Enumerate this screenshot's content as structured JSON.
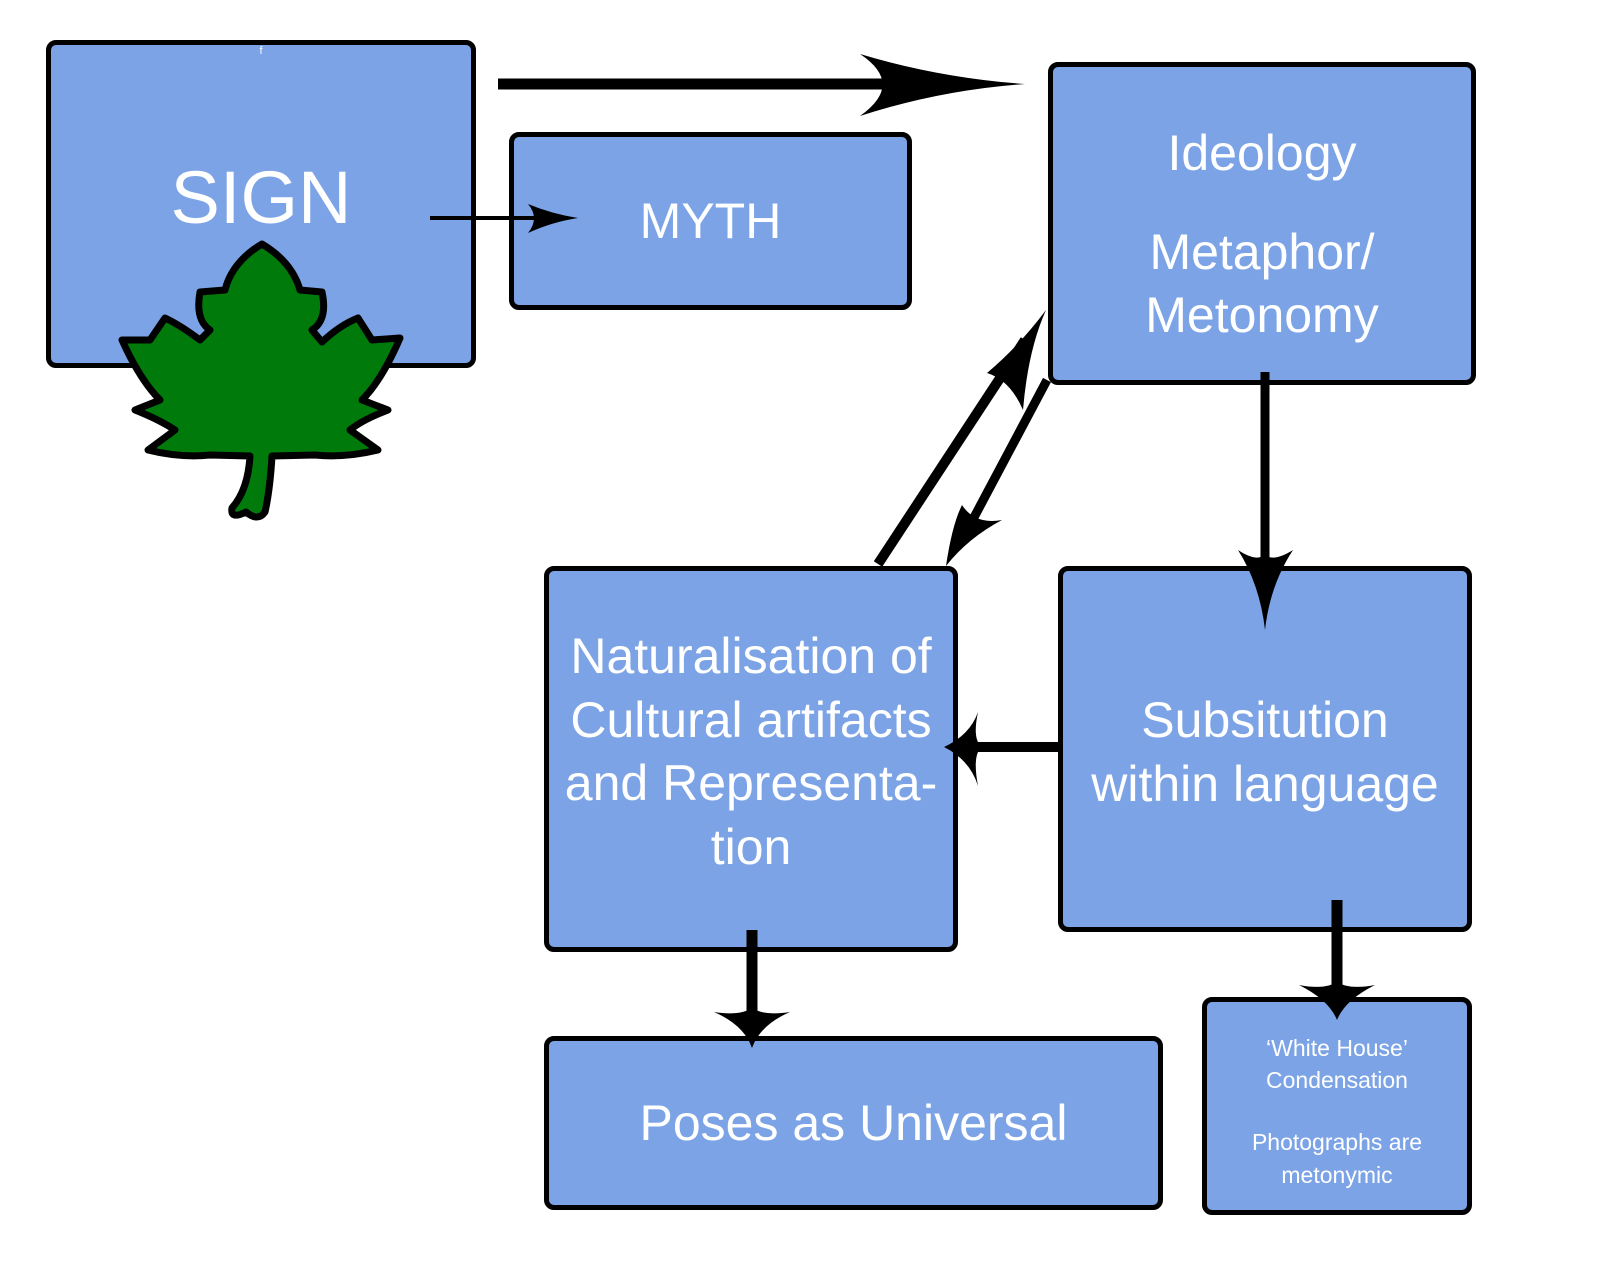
{
  "diagram": {
    "colors": {
      "box_fill": "#7ba3e6",
      "box_border": "#000000",
      "text": "#ffffff",
      "leaf": "#007a0a"
    },
    "nodes": {
      "sign": {
        "label": "SIGN",
        "small_mark": "f"
      },
      "myth": {
        "label": "MYTH"
      },
      "ideology": {
        "line1": "Ideology",
        "line2": "Metaphor/\nMetonomy"
      },
      "naturalisation": {
        "label": "Naturalisation of\nCultural artifacts\nand Representa-\ntion"
      },
      "substitution": {
        "label": "Subsitution\nwithin language"
      },
      "universal": {
        "label": "Poses as Universal"
      },
      "white_house": {
        "line1": "‘White House’\nCondensation",
        "line2": "Photographs are\nmetonymic"
      }
    },
    "edges": [
      {
        "from": "sign",
        "to": "ideology"
      },
      {
        "from": "sign",
        "to": "myth"
      },
      {
        "from": "naturalisation",
        "to": "ideology"
      },
      {
        "from": "ideology",
        "to": "naturalisation"
      },
      {
        "from": "ideology",
        "to": "substitution"
      },
      {
        "from": "substitution",
        "to": "naturalisation"
      },
      {
        "from": "naturalisation",
        "to": "universal"
      },
      {
        "from": "substitution",
        "to": "white_house"
      }
    ],
    "icons": {
      "leaf": "maple-leaf-icon"
    }
  }
}
